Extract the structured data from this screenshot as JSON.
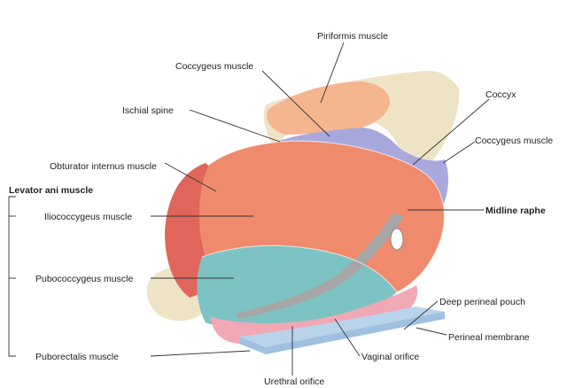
{
  "labels": {
    "piriformis": "Piriformis muscle",
    "coccygeus_top": "Coccygeus muscle",
    "ischial_spine": "Ischial spine",
    "coccyx": "Coccyx",
    "coccygeus_right": "Coccygeus muscle",
    "obturator": "Obturator internus muscle",
    "levator_ani": "Levator ani muscle",
    "iliococcygeus": "Iliococcygeus muscle",
    "midline_raphe": "Midline raphe",
    "pubococcygeus": "Pubococcygeus muscle",
    "deep_perineal": "Deep perineal pouch",
    "perineal_membrane": "Perineal membrane",
    "puborectalis": "Puborectalis muscle",
    "vaginal_orifice": "Vaginal orifice",
    "urethral_orifice": "Urethral orifice"
  },
  "colors": {
    "bone": "#efe3c6",
    "piriformis": "#f5b58e",
    "coccygeus": "#a9a8dc",
    "obturator": "#e0665c",
    "iliococcygeus": "#ef8a6c",
    "pubococcygeus": "#7ec3c3",
    "perineal": "#f0a9b4",
    "membrane": "#b9d3ea",
    "raphe": "#a6a6a6"
  }
}
